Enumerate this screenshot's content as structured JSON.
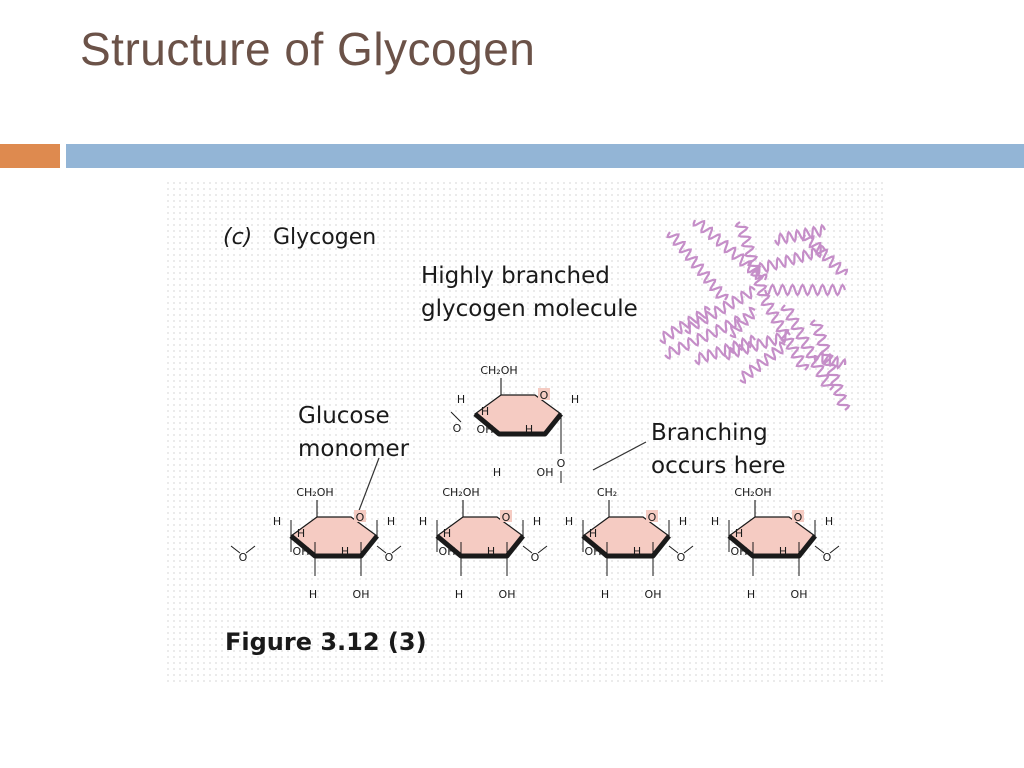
{
  "slide": {
    "title": "Structure of Glycogen",
    "accent_color": "#de8a4f",
    "rule_color": "#93b5d6"
  },
  "figure": {
    "panel_letter": "(c)",
    "panel_title": "Glycogen",
    "molecule_label_line1": "Highly branched",
    "molecule_label_line2": "glycogen molecule",
    "monomer_label_line1": "Glucose",
    "monomer_label_line2": "monomer",
    "branch_label_line1": "Branching",
    "branch_label_line2": "occurs here",
    "caption": "Figure 3.12 (3)",
    "ring_fill_color": "#f5cbc2",
    "strand_color": "#c58ec8"
  },
  "atoms": {
    "ch2oh": "CH₂OH",
    "ch2": "CH₂",
    "h": "H",
    "oh": "OH",
    "o": "O"
  }
}
